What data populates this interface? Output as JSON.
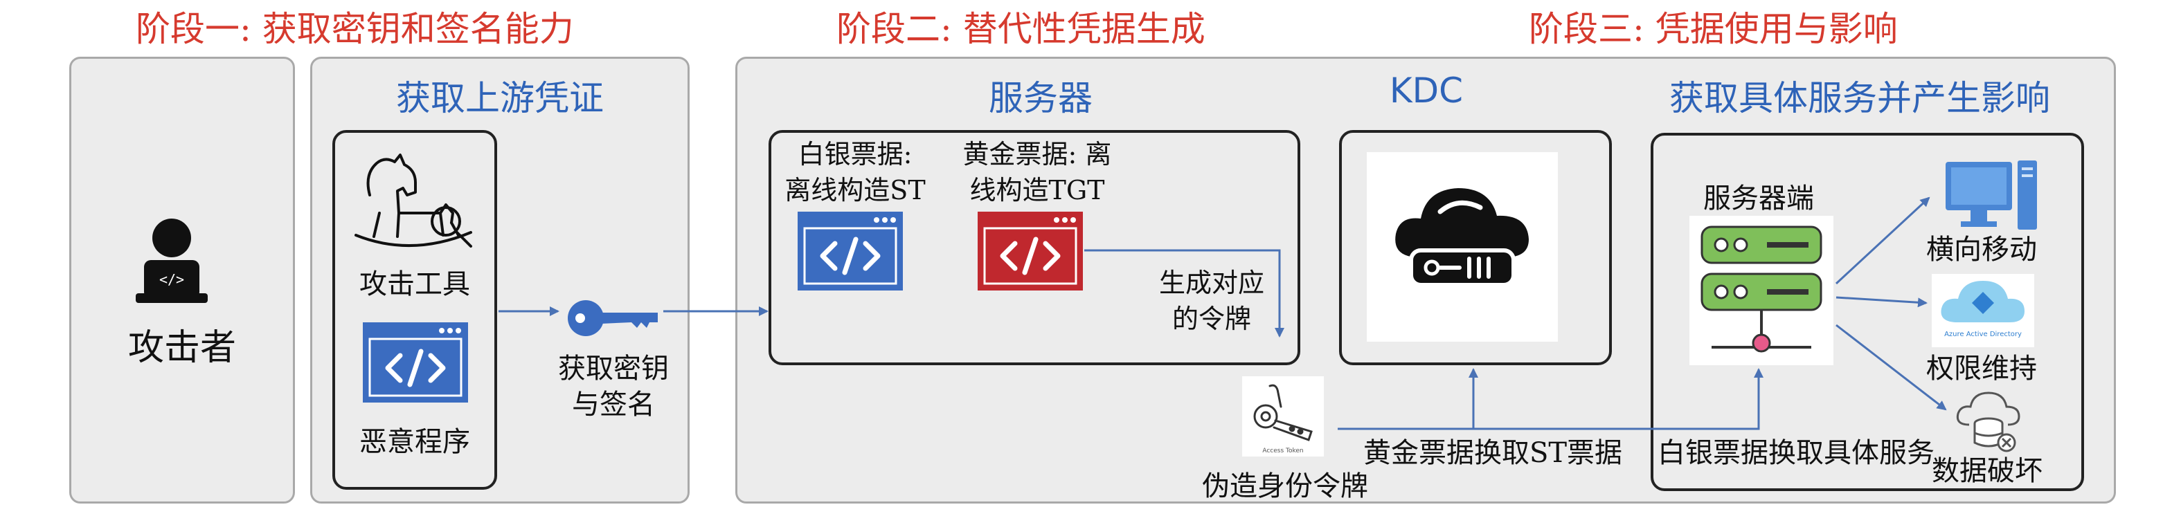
{
  "stages": {
    "stage1": "阶段一: 获取密钥和签名能力",
    "stage2": "阶段二: 替代性凭据生成",
    "stage3": "阶段三: 凭据使用与影响"
  },
  "attacker": {
    "label": "攻击者"
  },
  "upstream": {
    "title": "获取上游凭证",
    "attack_tool": "攻击工具",
    "malware": "恶意程序"
  },
  "key": {
    "label_line1": "获取密钥",
    "label_line2": "与签名"
  },
  "server": {
    "title": "服务器",
    "silver_line1": "白银票据:",
    "silver_line2": "离线构造ST",
    "golden_line1": "黄金票据: 离",
    "golden_line2": "线构造TGT",
    "gen_line1": "生成对应",
    "gen_line2": "的令牌"
  },
  "token": {
    "label": "伪造身份令牌",
    "icon_caption": "Access Token"
  },
  "kdc": {
    "title": "KDC"
  },
  "impact": {
    "title": "获取具体服务并产生影响",
    "server_end": "服务器端",
    "lateral": "横向移动",
    "persistence": "权限维持",
    "destruction": "数据破坏",
    "azure_caption": "Azure Active Directory"
  },
  "flows": {
    "golden_exchange": "黄金票据换取ST票据",
    "silver_exchange": "白银票据换取具体服务"
  },
  "colors": {
    "stage_red": "#d63a2e",
    "title_blue": "#2e63b8",
    "arrow_blue": "#4a72b5",
    "code_blue": "#3b6cc0",
    "code_red": "#c0282e",
    "server_green": "#7fbf5a"
  }
}
